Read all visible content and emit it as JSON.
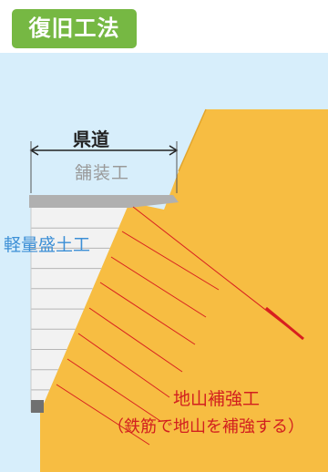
{
  "badge": {
    "title": "復旧工法"
  },
  "labels": {
    "road": "県道",
    "pavement": "舗装工",
    "light_fill": "軽量盛土工",
    "reinforcement": "地山補強工",
    "reinforcement_note": "（鉄筋で地山を補強する）"
  },
  "colors": {
    "background": "#ffffff",
    "sky": "#d7eefb",
    "ground": "#f7bd42",
    "ground_edge": "#e2a52c",
    "badge": "#76b843",
    "fill_block": "#f2f2f2",
    "block_line": "#b5b5b5",
    "pavement": "#b0b0b0",
    "base_block": "#707070",
    "nail": "#d81f1f",
    "road_label": "#222222",
    "pavement_label": "#9a9a9a",
    "light_fill_label": "#3c8fd6",
    "reinforcement_label": "#d21f1f"
  },
  "diagram": {
    "fill_layers": 9,
    "nail_count": 8
  }
}
